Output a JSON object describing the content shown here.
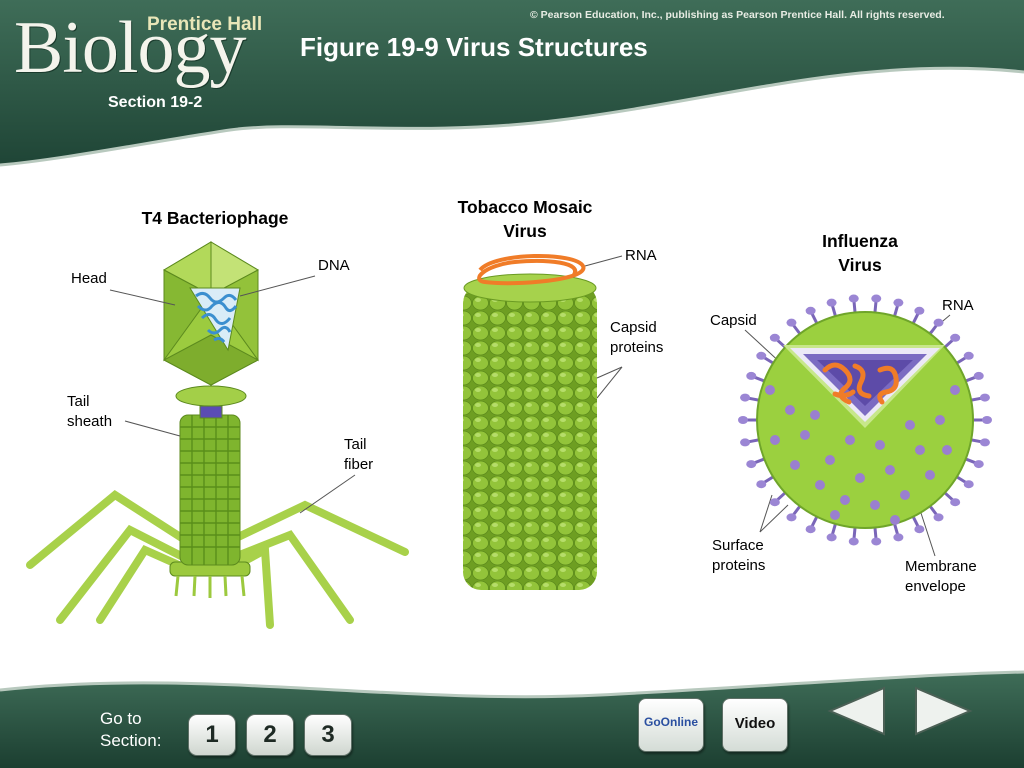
{
  "header": {
    "logo_text": "Biology",
    "logo_publisher": "Prentice Hall",
    "copyright": "© Pearson Education, Inc., publishing as Pearson Prentice Hall. All rights reserved.",
    "figure_title": "Figure 19-9 Virus Structures",
    "section": "Section 19-2"
  },
  "viruses": {
    "t4": {
      "title": "T4 Bacteriophage",
      "labels": {
        "head": "Head",
        "dna": "DNA",
        "tail_sheath_1": "Tail",
        "tail_sheath_2": "sheath",
        "tail_fiber_1": "Tail",
        "tail_fiber_2": "fiber"
      }
    },
    "tmv": {
      "title_1": "Tobacco Mosaic",
      "title_2": "Virus",
      "labels": {
        "rna": "RNA",
        "capsid_1": "Capsid",
        "capsid_2": "proteins"
      }
    },
    "influenza": {
      "title_1": "Influenza",
      "title_2": "Virus",
      "labels": {
        "rna": "RNA",
        "capsid": "Capsid",
        "surface_1": "Surface",
        "surface_2": "proteins",
        "membrane_1": "Membrane",
        "membrane_2": "envelope"
      }
    }
  },
  "footer": {
    "goto_1": "Go to",
    "goto_2": "Section:",
    "section_buttons": [
      "1",
      "2",
      "3"
    ],
    "go_online": "GoOnline",
    "video": "Video"
  },
  "colors": {
    "header_green": "#2f5a48",
    "virus_green": "#8cc63f",
    "rna_orange": "#f07c28",
    "capsid_purple": "#6b5aa8"
  }
}
